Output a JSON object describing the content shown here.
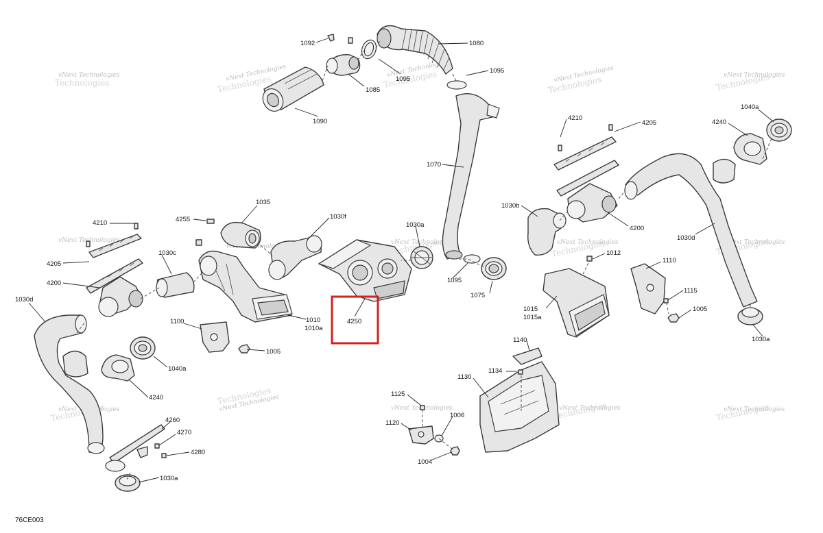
{
  "diagram_code": "76CE003",
  "watermark": {
    "small": "vNext Technologies",
    "large": "Technologies"
  },
  "highlight_label": "4250",
  "labels": {
    "l1092": "1092",
    "l1080": "1080",
    "l1095a": "1095",
    "l1095b": "1095",
    "l1095c": "1095",
    "l1085": "1085",
    "l1090": "1090",
    "l1070": "1070",
    "l4210a": "4210",
    "l4205a": "4205",
    "l1040aa": "1040a",
    "l4240a": "4240",
    "l1030ba": "1030b",
    "l4200a": "4200",
    "l1030da": "1030d",
    "l1035": "1035",
    "l4255": "4255",
    "l1030f": "1030f",
    "l1030aa": "1030a",
    "l4210b": "4210",
    "l4205b": "4205",
    "l4200b": "4200",
    "l1030c": "1030c",
    "l1030db": "1030d",
    "l1010": "1010",
    "l1010a": "1010a",
    "l1100": "1100",
    "l1005a": "1005",
    "l1040ab": "1040a",
    "l4240b": "4240",
    "l4260": "4260",
    "l4270": "4270",
    "l4280": "4280",
    "l1030ab": "1030a",
    "l1075": "1075",
    "l1012": "1012",
    "l1110": "1110",
    "l1115": "1115",
    "l1005b": "1005",
    "l1015": "1015",
    "l1015a": "1015a",
    "l1030ac": "1030a",
    "l1140": "1140",
    "l1134": "1134",
    "l1130": "1130",
    "l1125": "1125",
    "l1120": "1120",
    "l1006": "1006",
    "l1004": "1004"
  }
}
